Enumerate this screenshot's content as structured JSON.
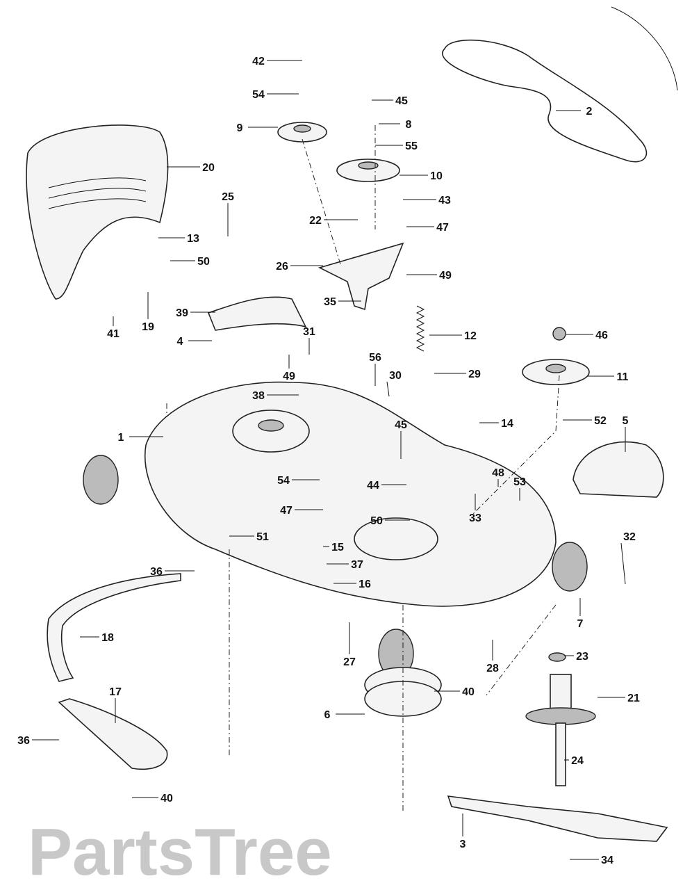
{
  "watermark": "PartsTree",
  "callouts": [
    "42",
    "54",
    "9",
    "45",
    "8",
    "55",
    "10",
    "43",
    "22",
    "47",
    "26",
    "49",
    "2",
    "20",
    "25",
    "13",
    "50",
    "41",
    "19",
    "39",
    "4",
    "31",
    "35",
    "12",
    "46",
    "49",
    "56",
    "30",
    "29",
    "11",
    "38",
    "14",
    "52",
    "5",
    "45",
    "1",
    "54",
    "44",
    "48",
    "53",
    "47",
    "50",
    "33",
    "15",
    "51",
    "32",
    "36",
    "37",
    "16",
    "7",
    "18",
    "27",
    "28",
    "23",
    "21",
    "40",
    "6",
    "17",
    "24",
    "36",
    "40",
    "3",
    "34"
  ]
}
